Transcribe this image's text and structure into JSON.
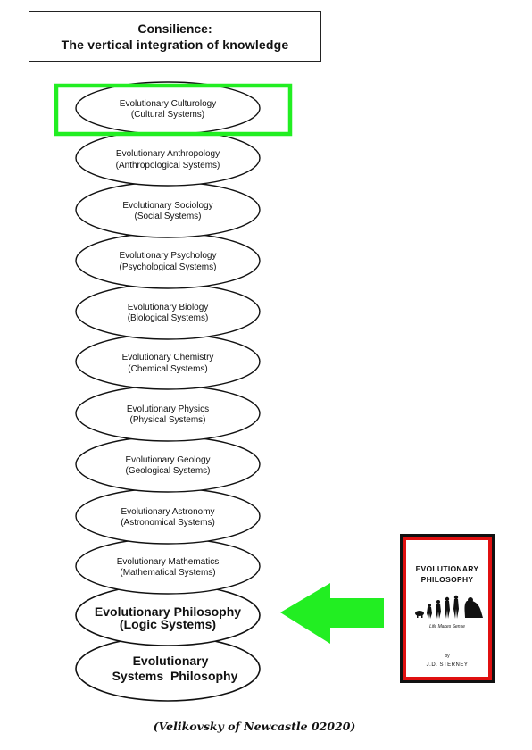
{
  "title": {
    "line1": "Consilience:",
    "line2": "The vertical integration of knowledge"
  },
  "levels": [
    {
      "name": "Evolutionary Culturology",
      "sub": "(Cultural Systems)"
    },
    {
      "name": "Evolutionary Anthropology",
      "sub": "(Anthropological Systems)"
    },
    {
      "name": "Evolutionary Sociology",
      "sub": "(Social Systems)"
    },
    {
      "name": "Evolutionary Psychology",
      "sub": "(Psychological Systems)"
    },
    {
      "name": "Evolutionary Biology",
      "sub": "(Biological Systems)"
    },
    {
      "name": "Evolutionary Chemistry",
      "sub": "(Chemical Systems)"
    },
    {
      "name": "Evolutionary Physics",
      "sub": "(Physical Systems)"
    },
    {
      "name": "Evolutionary Geology",
      "sub": "(Geological Systems)"
    },
    {
      "name": "Evolutionary Astronomy",
      "sub": "(Astronomical Systems)"
    },
    {
      "name": "Evolutionary Mathematics",
      "sub": "(Mathematical Systems)"
    },
    {
      "name": "Evolutionary Philosophy",
      "sub": "(Logic Systems)"
    },
    {
      "name": "Evolutionary",
      "sub": "Systems  Philosophy"
    }
  ],
  "highlight_color": "#22ee22",
  "arrow_color": "#22ee22",
  "book": {
    "title_line1": "EVOLUTIONARY",
    "title_line2": "PHILOSOPHY",
    "subtitle": "Life Makes Sense",
    "by": "by",
    "author": "J.D. STERNEY",
    "border_color": "#e01010"
  },
  "credit": "(Velikovsky of Newcastle 02020)"
}
